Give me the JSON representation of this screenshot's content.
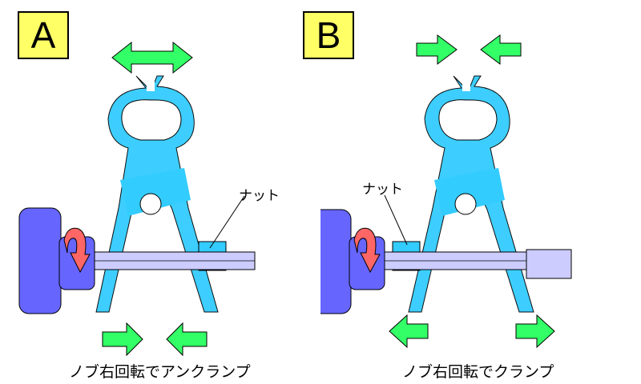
{
  "panels": [
    {
      "id": "A",
      "label": "A",
      "callout": "ナット",
      "caption": "ノブ右回転でアンクランプ"
    },
    {
      "id": "B",
      "label": "B",
      "callout": "ナット",
      "caption": "ノブ右回転でクランプ"
    }
  ],
  "colors": {
    "clamp_frame": "#33ccff",
    "knob": "#6666ff",
    "rod": "#ccccff",
    "arrow_green": "#33ff66",
    "rotation_arrow": "#ff6666",
    "label_background": "#ffff66"
  }
}
